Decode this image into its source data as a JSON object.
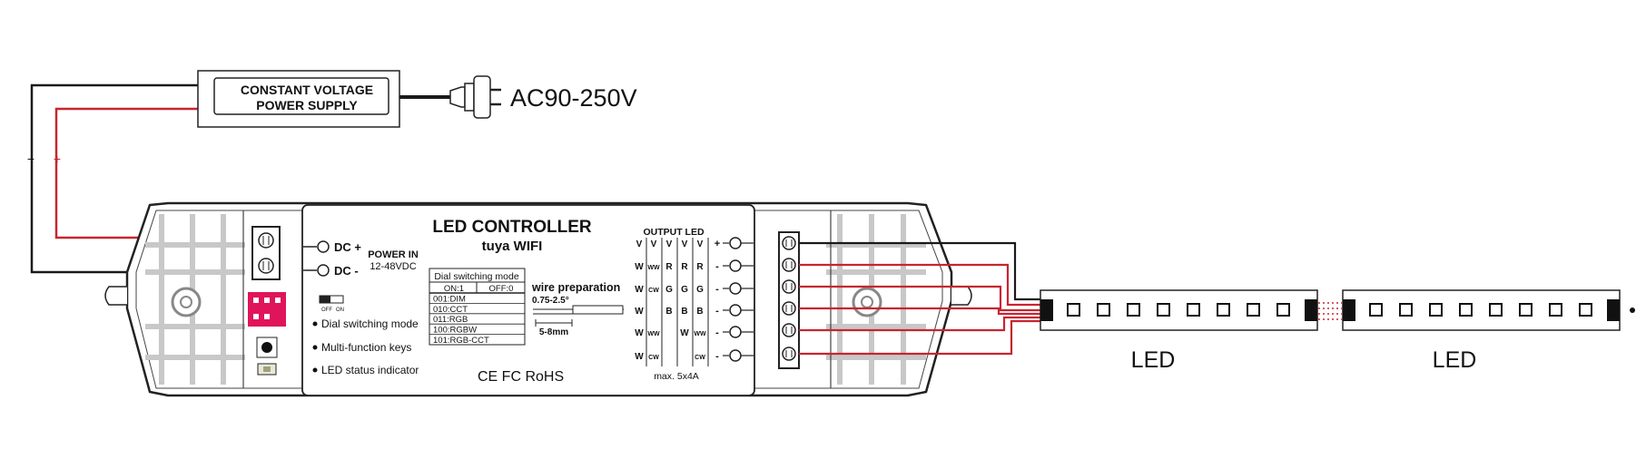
{
  "psu": {
    "line1": "CONSTANT VOLTAGE",
    "line2": "POWER SUPPLY",
    "ac_label": "AC90-250V",
    "minus": "−",
    "plus": "+"
  },
  "controller": {
    "title": "LED CONTROLLER",
    "subtitle": "tuya WIFI",
    "dc_plus": "DC +",
    "dc_minus": "DC -",
    "power_in": "POWER IN",
    "power_range": "12-48VDC",
    "switch_off": "OFF",
    "switch_on": "ON",
    "legend": {
      "dial": "Dial switching mode",
      "keys": "Multi-function keys",
      "status": "LED status indicator"
    },
    "dial_table": {
      "header": "Dial switching mode",
      "on": "ON:1",
      "off": "OFF:0",
      "rows": [
        "001:DIM",
        "010:CCT",
        "011:RGB",
        "100:RGBW",
        "101:RGB-CCT"
      ]
    },
    "wire_prep": {
      "title": "wire preparation",
      "gauge": "0.75-2.5°",
      "strip": "5-8mm"
    },
    "certs": "CE FC RoHS",
    "output": {
      "title": "OUTPUT LED",
      "max": "max. 5x4A",
      "columns": [
        [
          "V",
          "W",
          "W",
          "W",
          "W",
          "W"
        ],
        [
          "V",
          "WW",
          "CW",
          "",
          "WW",
          "CW"
        ],
        [
          "V",
          "R",
          "G",
          "B",
          "",
          ""
        ],
        [
          "V",
          "R",
          "G",
          "B",
          "W",
          ""
        ],
        [
          "V",
          "R",
          "G",
          "B",
          "WW",
          "CW"
        ]
      ],
      "pins": [
        "+",
        "-",
        "-",
        "-",
        "-",
        "-"
      ]
    }
  },
  "strips": {
    "left_label": "LED",
    "right_label": "LED"
  },
  "colors": {
    "wire_red": "#c8252f",
    "wire_black": "#1a1a1a",
    "dip_pink": "#e0145a",
    "grid_gray": "#c8c8c8"
  }
}
